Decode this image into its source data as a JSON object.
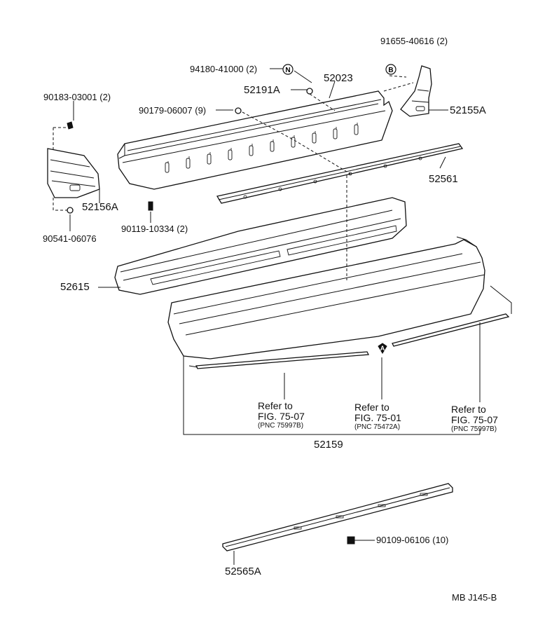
{
  "labels": {
    "bolt_91655": "91655-40616 (2)",
    "nut_94180": "94180-41000 (2)",
    "part_52023": "52023",
    "part_52191A": "52191A",
    "clip_90183": "90183-03001 (2)",
    "clip_90179": "90179-06007 (9)",
    "part_52155A": "52155A",
    "part_52561": "52561",
    "part_52156A": "52156A",
    "bolt_90119": "90119-10334 (2)",
    "nut_90541": "90541-06076",
    "part_52615": "52615",
    "part_52159": "52159",
    "part_52565A": "52565A",
    "bolt_90109": "90109-06106 (10)",
    "mark_N": "N",
    "mark_B": "B",
    "mark_A": "A",
    "figure_code": "MB  J145-B"
  },
  "refs": [
    {
      "line1": "Refer to",
      "line2": "FIG. 75-07",
      "pnc": "(PNC 75997B)"
    },
    {
      "line1": "Refer to",
      "line2": "FIG. 75-01",
      "pnc": "(PNC 75472A)"
    },
    {
      "line1": "Refer to",
      "line2": "FIG. 75-07",
      "pnc": "(PNC 75997B)"
    }
  ]
}
